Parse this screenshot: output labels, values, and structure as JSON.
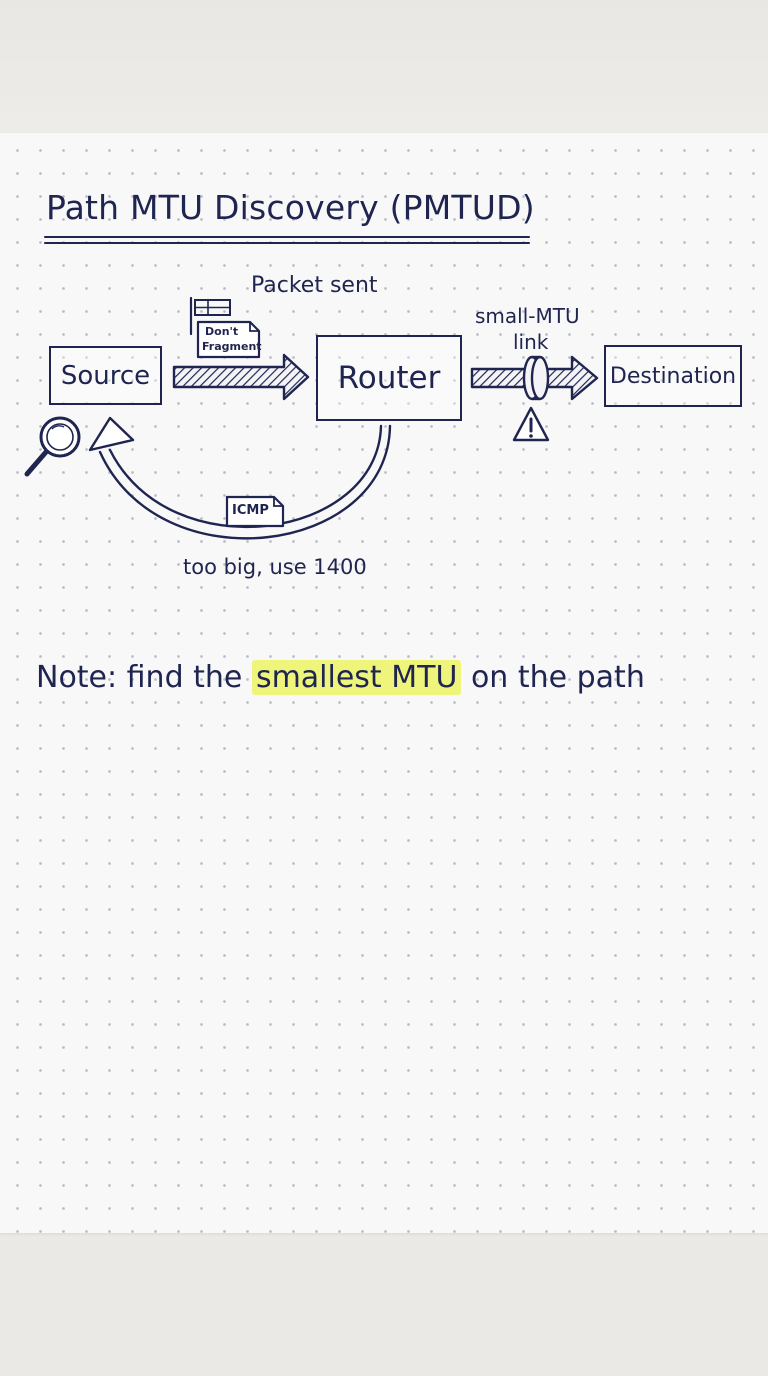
{
  "title": "Path MTU Discovery (PMTUD)",
  "nodes": {
    "source": "Source",
    "router": "Router",
    "destination": "Destination"
  },
  "labels": {
    "packet_sent": "Packet sent",
    "dont_fragment_line1": "Don't",
    "dont_fragment_line2": "Fragment",
    "small_mtu_line1": "small-MTU",
    "small_mtu_line2": "link",
    "icmp": "ICMP",
    "too_big": "too big, use 1400"
  },
  "note": {
    "prefix": "Note: find the",
    "highlight": "smallest MTU",
    "suffix": "on the path"
  },
  "colors": {
    "ink": "#1f2550",
    "highlight": "#eef57a",
    "paper": "#f8f8f8"
  },
  "icons": [
    "magnifier-icon",
    "warning-icon",
    "flag-icon"
  ]
}
